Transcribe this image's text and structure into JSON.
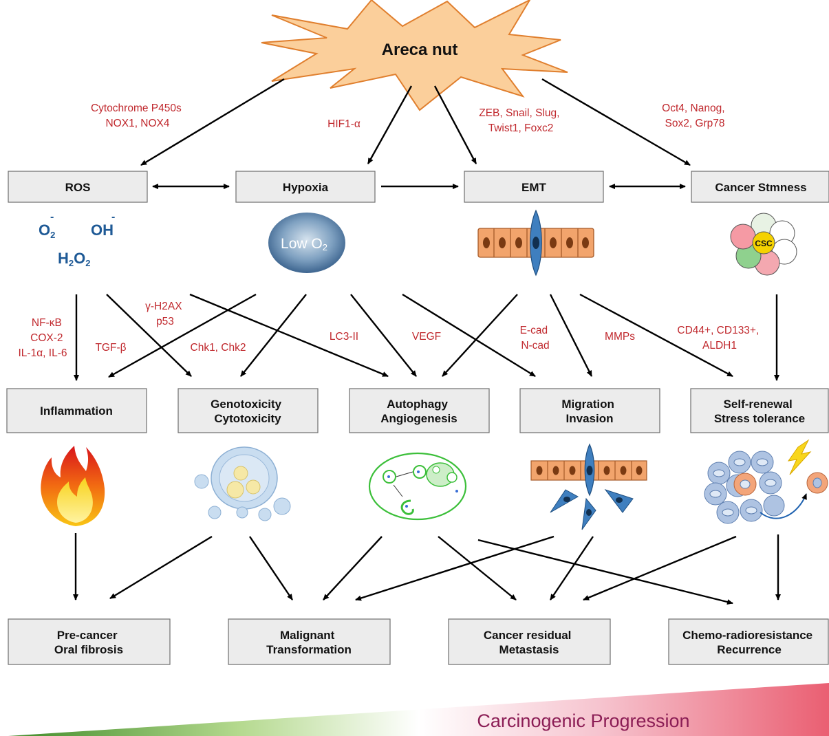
{
  "title": "Areca nut",
  "top_labels": {
    "ros": [
      "Cytochrome P450s",
      "NOX1, NOX4"
    ],
    "hypoxia": [
      "HIF1-α"
    ],
    "emt": [
      "ZEB, Snail, Slug,",
      "Twist1, Foxc2"
    ],
    "stemness": [
      "Oct4, Nanog,",
      "Sox2, Grp78"
    ]
  },
  "level1": [
    "ROS",
    "Hypoxia",
    "EMT",
    "Cancer Stmness"
  ],
  "ros_species": {
    "o2": "O",
    "o2_sub": "2",
    "oh": "OH",
    "radical": "-",
    "h2o2_a": "H",
    "h2o2_b": "O",
    "sub2": "2"
  },
  "low_o2": {
    "text": "Low O",
    "sub": "2"
  },
  "csc": "CSC",
  "mid_labels": {
    "nfkb": [
      "NF-κB",
      "COX-2",
      "IL-1α, IL-6"
    ],
    "tgfb": "TGF-β",
    "h2ax": [
      "γ-H2AX",
      "p53"
    ],
    "chk": "Chk1, Chk2",
    "lc3": "LC3-II",
    "vegf": "VEGF",
    "cad": [
      "E-cad",
      "N-cad"
    ],
    "mmps": "MMPs",
    "cd44": [
      "CD44+, CD133+,",
      "ALDH1"
    ]
  },
  "level2": [
    [
      "Inflammation"
    ],
    [
      "Genotoxicity",
      "Cytotoxicity"
    ],
    [
      "Autophagy",
      "Angiogenesis"
    ],
    [
      "Migration",
      "Invasion"
    ],
    [
      "Self-renewal",
      "Stress tolerance"
    ]
  ],
  "level3": [
    [
      "Pre-cancer",
      "Oral fibrosis"
    ],
    [
      "Malignant",
      "Transformation"
    ],
    [
      "Cancer residual",
      "Metastasis"
    ],
    [
      "Chemo-radioresistance",
      "Recurrence"
    ]
  ],
  "progression": "Carcinogenic Progression",
  "colors": {
    "red_text": "#c0282d",
    "box_fill": "#ececec",
    "ros_blue": "#1f5a96",
    "star": "#fbcf9b",
    "progress": "#8b1d55"
  }
}
